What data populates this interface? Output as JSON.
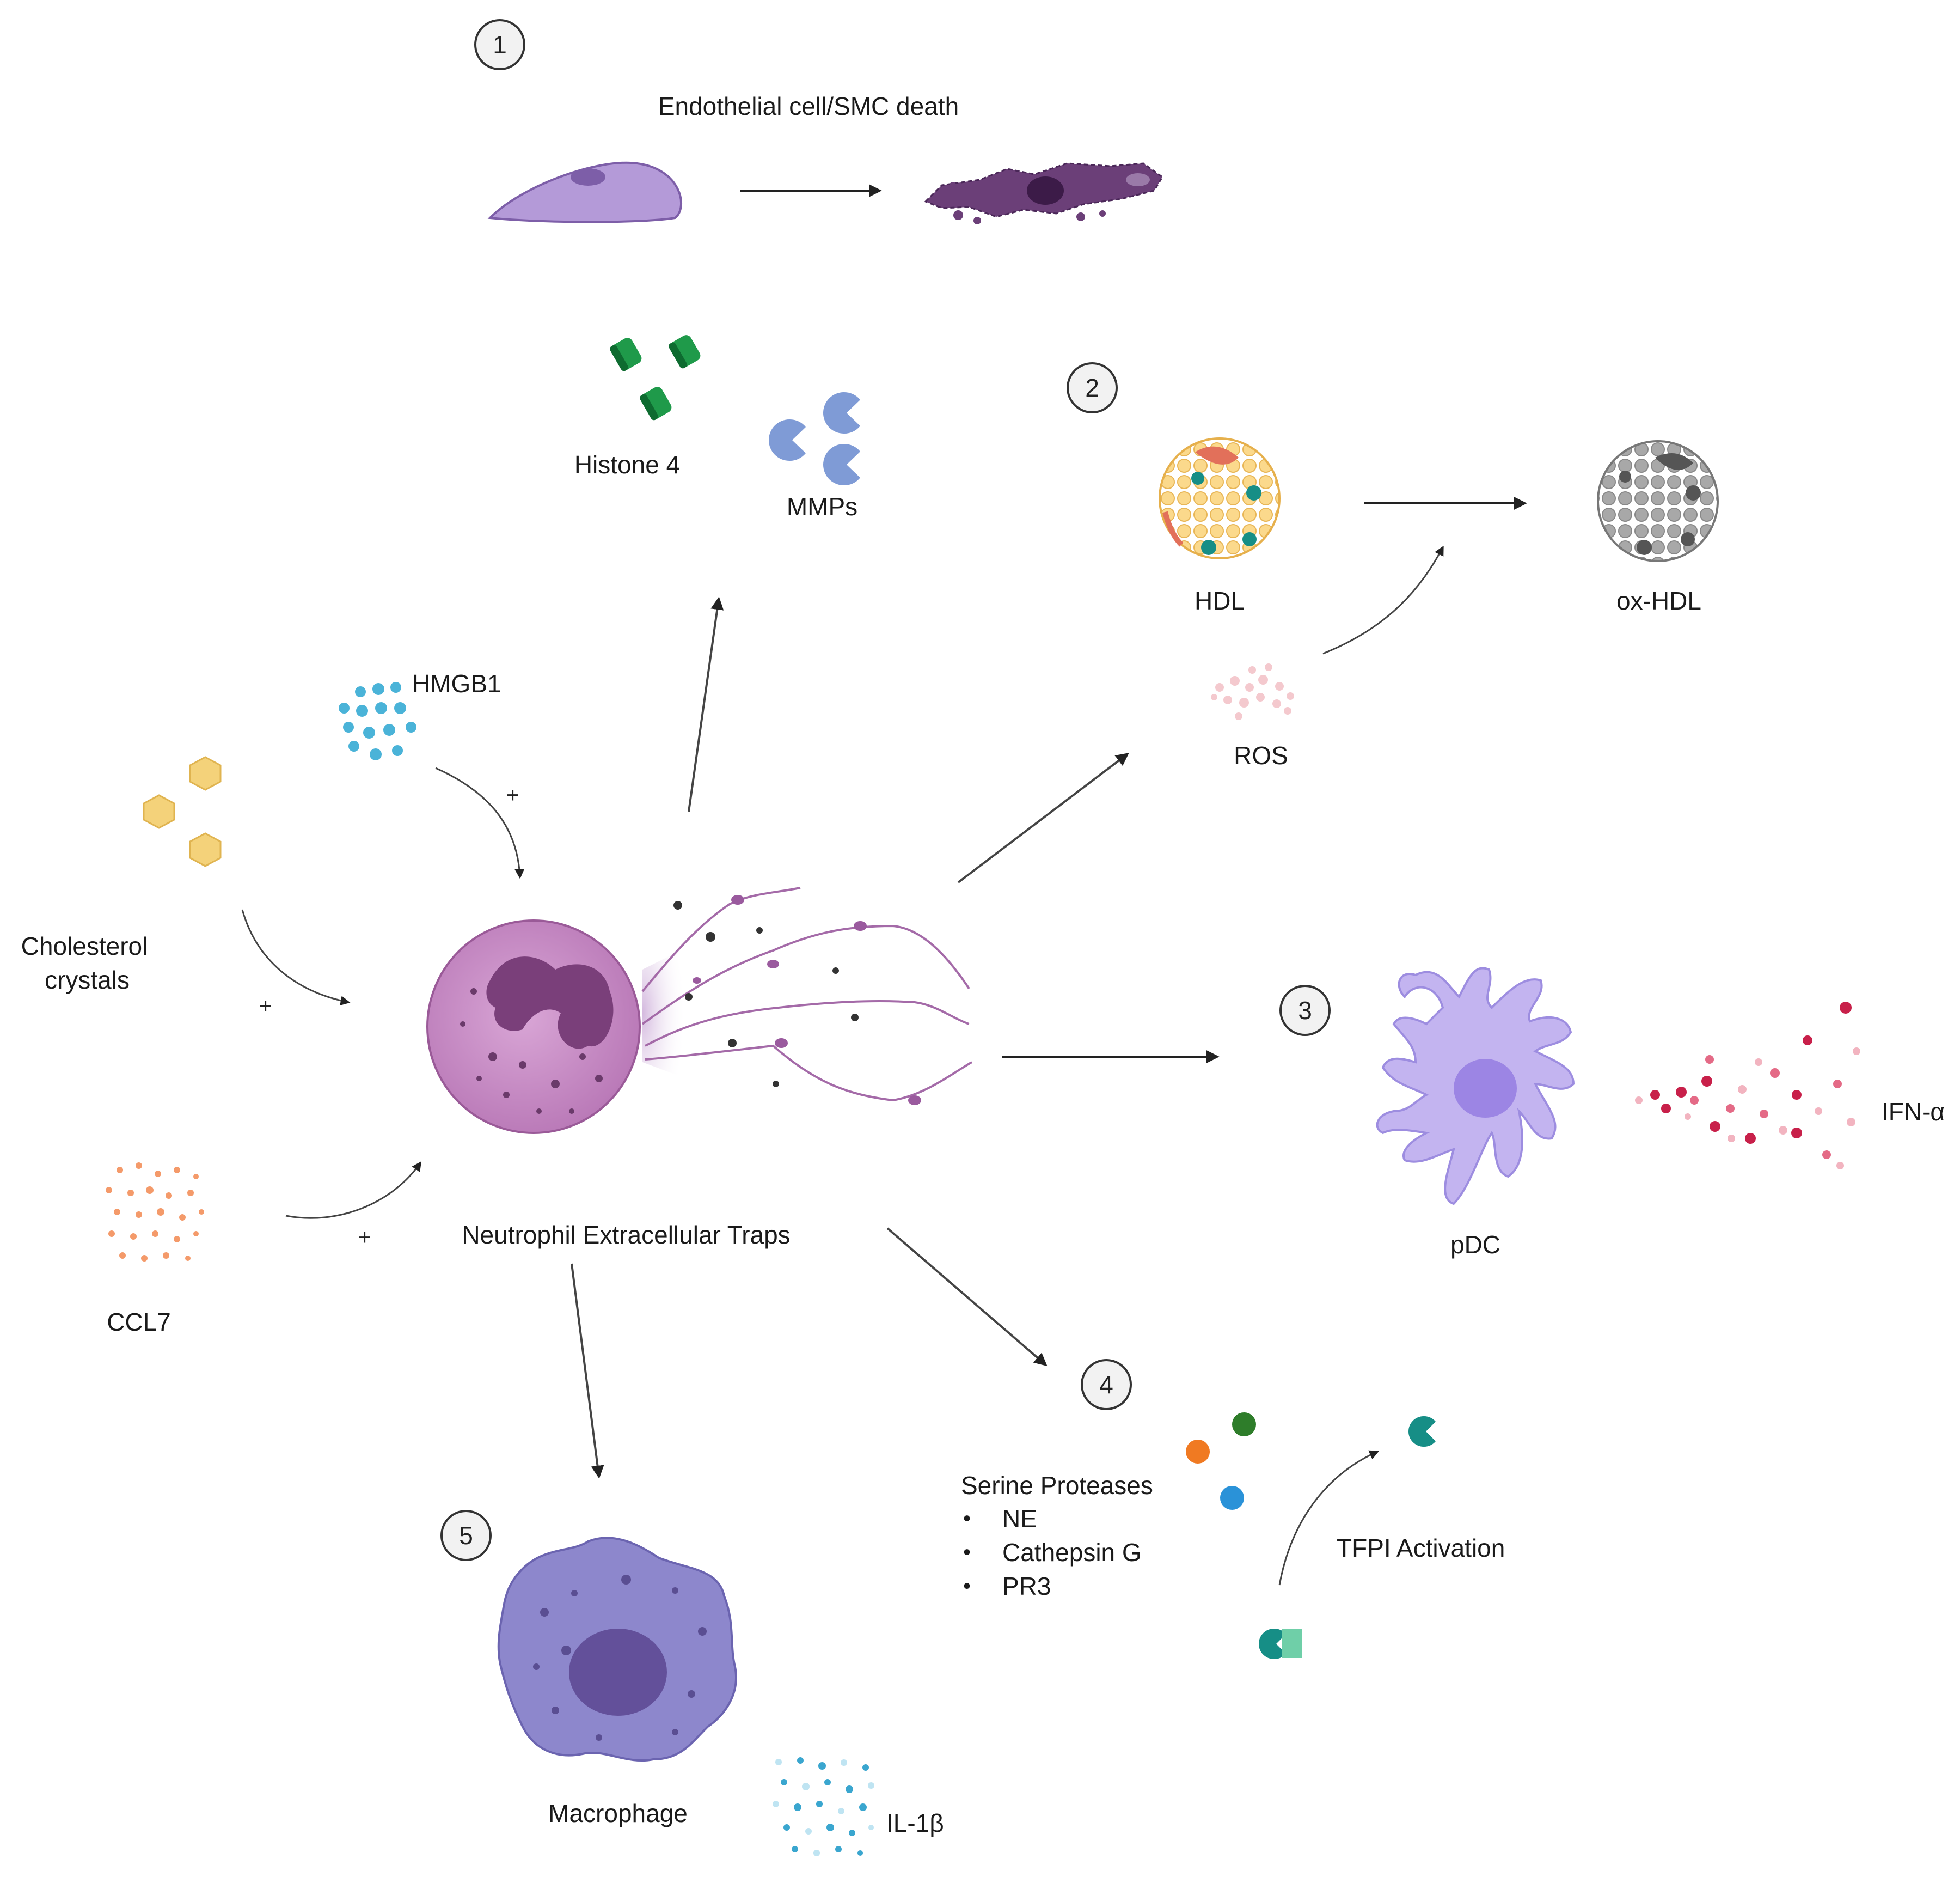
{
  "steps": [
    "1",
    "2",
    "3",
    "4",
    "5"
  ],
  "labels": {
    "endothelial": "Endothelial cell/SMC death",
    "histone": "Histone 4",
    "mmps": "MMPs",
    "hdl": "HDL",
    "ox_hdl": "ox-HDL",
    "hmgb1": "HMGB1",
    "ros": "ROS",
    "cholesterol_1": "Cholesterol",
    "cholesterol_2": "crystals",
    "ccl7": "CCL7",
    "net": "Neutrophil Extracellular Traps",
    "pdc": "pDC",
    "ifn": "IFN-α",
    "serine": "Serine Proteases",
    "tfpi": "TFPI Activation",
    "macrophage": "Macrophage",
    "il1b": "IL-1β"
  },
  "proteases": [
    "NE",
    "Cathepsin G",
    "PR3"
  ],
  "plus_sign": "+",
  "colors": {
    "endothelial_cell": "#b49ad8",
    "dead_cell": "#6b3f78",
    "histone": "#1f9a4a",
    "mmp": "#7f9bd6",
    "hdl": "#f7cf7a",
    "ox_hdl": "#8a8a8a",
    "hmgb1": "#4ab3d8",
    "cholesterol": "#f4d27a",
    "ccl7": "#f49a6a",
    "neutrophil": "#c98ac6",
    "pdc": "#c3b4f0",
    "ifn": "#c8204a",
    "macrophage": "#8d87cc",
    "il1b": "#3aa6cf",
    "tfpi": "#168e86",
    "protease_orange": "#f07a22",
    "protease_green": "#2e7d2a",
    "protease_blue": "#2a92d8"
  }
}
